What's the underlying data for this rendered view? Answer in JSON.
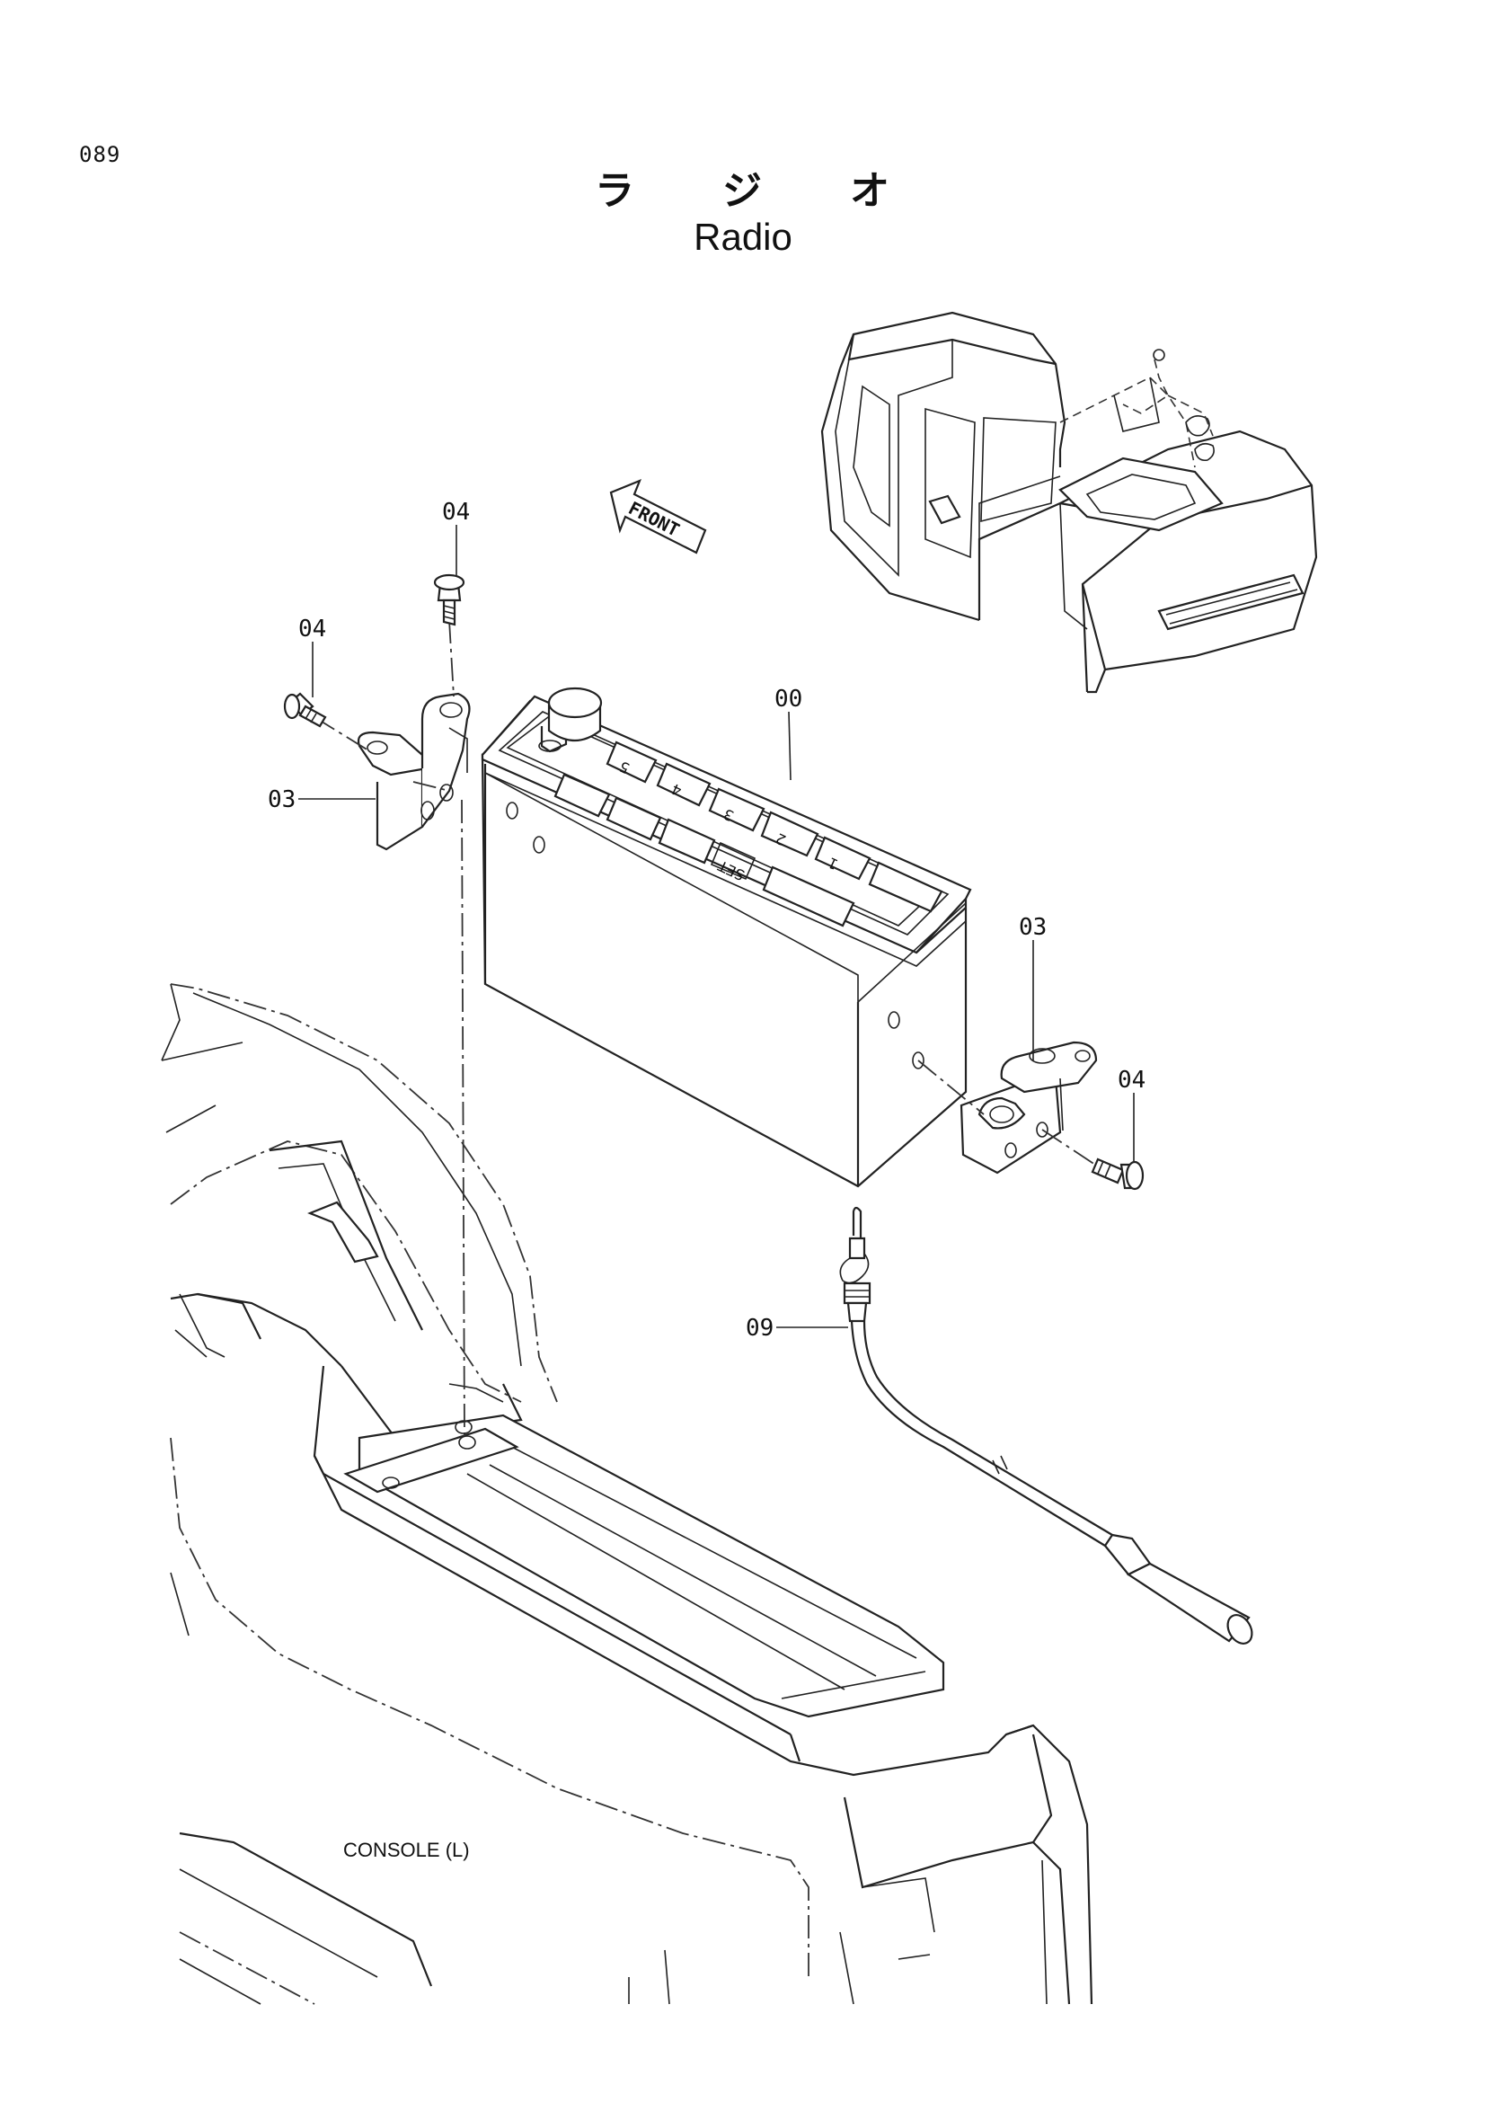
{
  "page": {
    "number": "089"
  },
  "title": {
    "jp_chars": [
      "ラ",
      "ジ",
      "オ"
    ],
    "en": "Radio"
  },
  "direction_arrow": {
    "label": "FRONT"
  },
  "callouts": [
    {
      "id": "radio",
      "label": "00"
    },
    {
      "id": "bracket-left",
      "label": "03"
    },
    {
      "id": "bracket-right",
      "label": "03"
    },
    {
      "id": "screw-top",
      "label": "04"
    },
    {
      "id": "screw-left",
      "label": "04"
    },
    {
      "id": "screw-right",
      "label": "04"
    },
    {
      "id": "antenna-cable",
      "label": "09"
    }
  ],
  "radio_buttons": [
    "5",
    "4",
    "3",
    "2",
    "1",
    "SET"
  ],
  "console": {
    "label": "CONSOLE (L)"
  }
}
